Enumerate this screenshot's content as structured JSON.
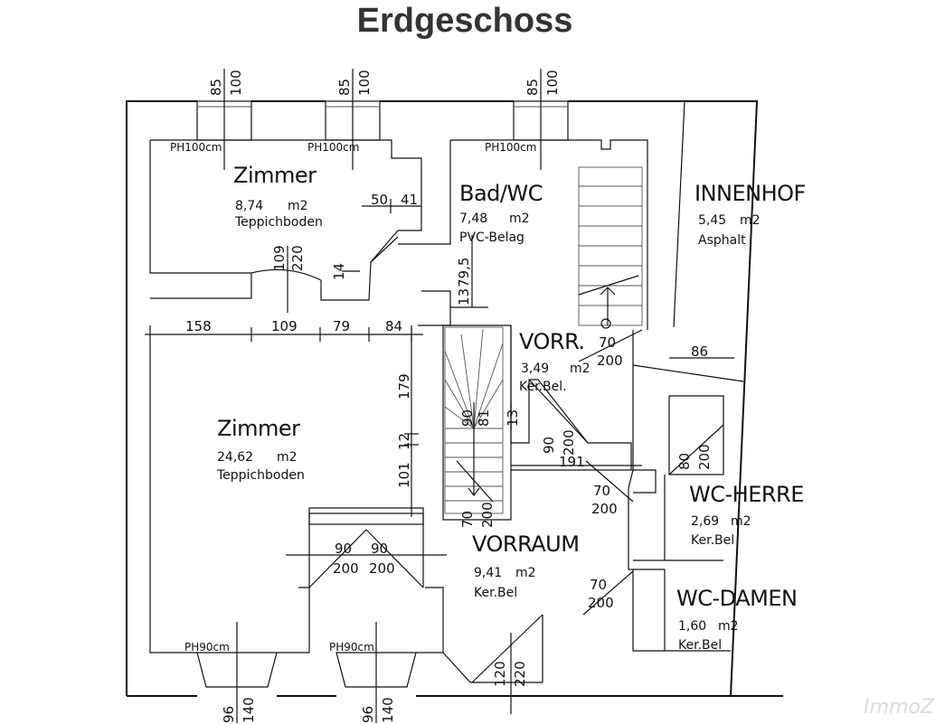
{
  "title": "Erdgeschoss",
  "watermark": "ImmoZ",
  "rooms": {
    "zimmer_top": {
      "name": "Zimmer",
      "area": "8,74",
      "unit": "m2",
      "floor": "Teppichboden"
    },
    "bad": {
      "name": "Bad/WC",
      "area": "7,48",
      "unit": "m2",
      "floor": "PVC-Belag"
    },
    "innenhof": {
      "name": "INNENHOF",
      "area": "5,45",
      "unit": "m2",
      "floor": "Asphalt"
    },
    "vorr": {
      "name": "VORR.",
      "area": "3,49",
      "unit": "m2",
      "floor": "Ker.Bel."
    },
    "zimmer_big": {
      "name": "Zimmer",
      "area": "24,62",
      "unit": "m2",
      "floor": "Teppichboden"
    },
    "vorraum": {
      "name": "VORRAUM",
      "area": "9,41",
      "unit": "m2",
      "floor": "Ker.Bel"
    },
    "wc_herren": {
      "name": "WC-HERRE",
      "area": "2,69",
      "unit": "m2",
      "floor": "Ker.Bel"
    },
    "wc_damen": {
      "name": "WC-DAMEN",
      "area": "1,60",
      "unit": "m2",
      "floor": "Ker.Bel"
    }
  },
  "windows_top": [
    {
      "w": "85",
      "h": "100",
      "ph": "PH100cm"
    },
    {
      "w": "85",
      "h": "100",
      "ph": "PH100cm"
    },
    {
      "w": "85",
      "h": "100",
      "ph": "PH100cm"
    }
  ],
  "windows_bottom": [
    {
      "w": "96",
      "h": "140",
      "ph": "PH90cm"
    },
    {
      "w": "96",
      "h": "140",
      "ph": "PH90cm"
    }
  ],
  "dims": {
    "d50": "50",
    "d41": "41",
    "d109a": "109",
    "d220a": "220",
    "d14": "14",
    "d13": "13",
    "d79_5": "79,5",
    "d158": "158",
    "d109": "109",
    "d79": "79",
    "d84": "84",
    "d179": "179",
    "d12": "12",
    "d101": "101",
    "d90s": "90",
    "d81": "81",
    "d13b": "13",
    "d70a": "70",
    "d200a": "200",
    "d86": "86",
    "d90b": "90",
    "d200b": "200",
    "d191": "191",
    "d80": "80",
    "d200c": "200",
    "d70c": "70",
    "d200d": "200",
    "d70d": "70",
    "d200e": "200",
    "d70e": "70",
    "d200f": "200",
    "d90c": "90",
    "d200g": "200",
    "d90d": "90",
    "d200h": "200",
    "d120": "120",
    "d220b": "220"
  }
}
